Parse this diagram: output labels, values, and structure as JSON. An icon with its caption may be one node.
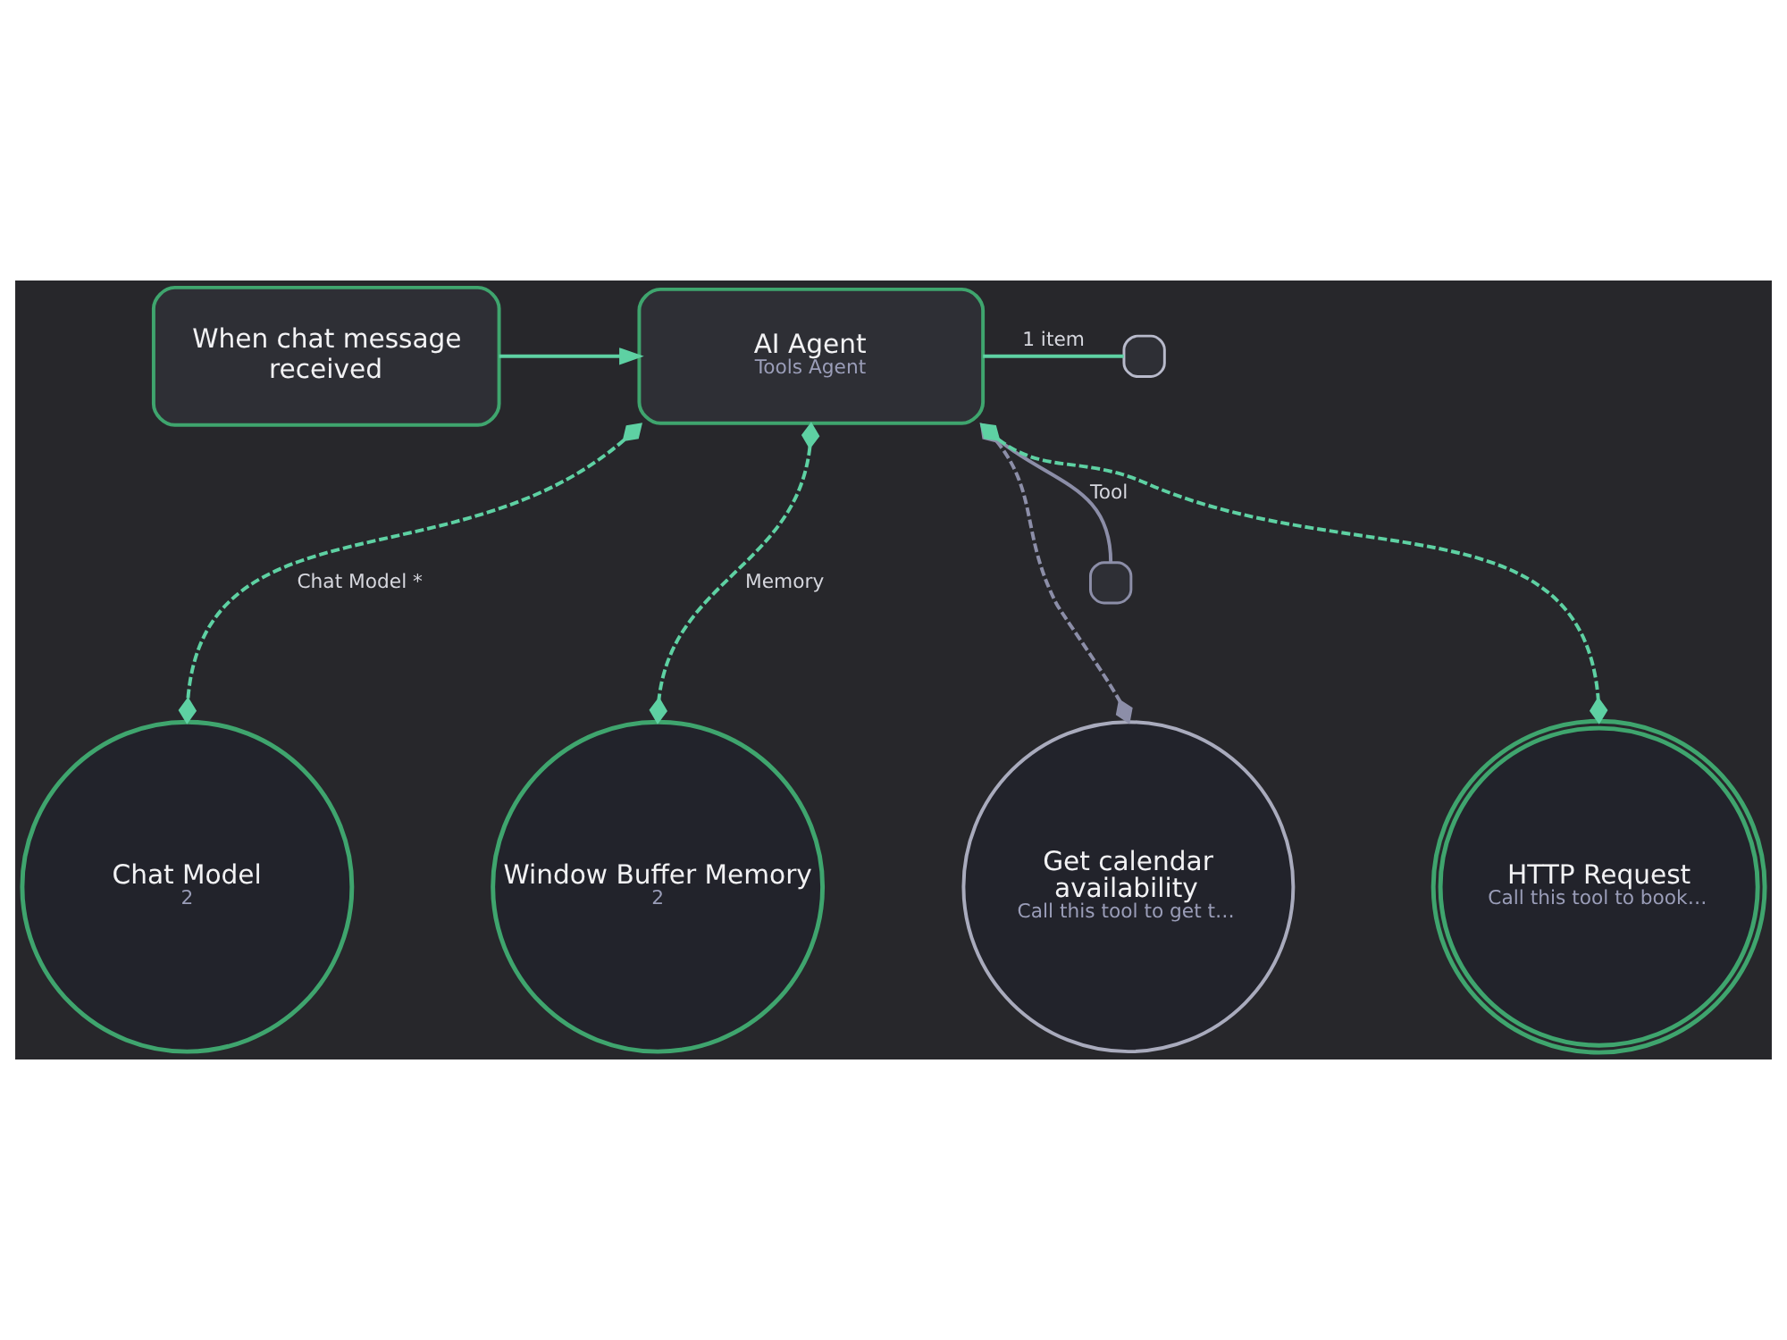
{
  "diagram": {
    "nodes": [
      {
        "text": [
          "When chat message received"
        ]
      },
      {
        "text": [
          "AI Agent",
          "Tools Agent"
        ]
      },
      {
        "text": [],
        "shape": "box"
      },
      {
        "text": [],
        "shape": "box"
      },
      {
        "text": [
          "Chat Model",
          "2"
        ]
      },
      {
        "text": [
          "Window Buffer Memory",
          "2"
        ]
      },
      {
        "text": [
          "Get calendar availability",
          "Call this tool to get t…"
        ]
      },
      {
        "text": [
          "HTTP Request",
          "Call this tool to book…"
        ]
      }
    ],
    "edges": [
      {
        "from": 0,
        "to": 1,
        "arrow": "to"
      },
      {
        "from": 1,
        "to": 2,
        "arrow": "none",
        "label": "1 item"
      },
      {
        "from": 1,
        "to": 3,
        "arrow": "none",
        "label": "Tool",
        "color": "#8c8ea8"
      },
      {
        "from": 1,
        "to": 4,
        "arrow": "other",
        "label": "Chat Model *",
        "style": "dashed"
      },
      {
        "from": 1,
        "to": 5,
        "arrow": "other",
        "label": "Memory",
        "style": "dashed"
      },
      {
        "from": 1,
        "to": 6,
        "arrow": "other",
        "style": "dashed",
        "color": "#8c8ea8"
      },
      {
        "from": 1,
        "to": 7,
        "arrow": "other",
        "style": "dashed"
      }
    ]
  }
}
